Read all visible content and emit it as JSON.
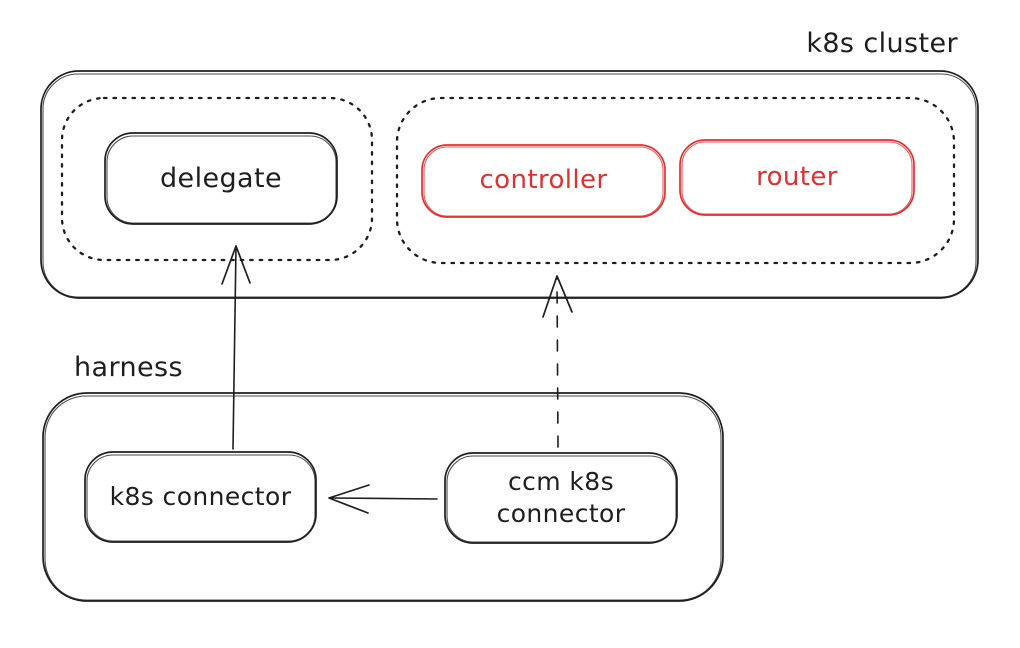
{
  "diagram": {
    "title": "",
    "clusters": {
      "k8s_cluster": {
        "label": "k8s cluster",
        "border": "solid",
        "contains": [
          "delegate_group",
          "gateway_group"
        ]
      },
      "delegate_group": {
        "label": "",
        "border": "dotted",
        "contains": [
          "delegate"
        ]
      },
      "gateway_group": {
        "label": "",
        "border": "dotted",
        "contains": [
          "controller",
          "router"
        ]
      },
      "harness": {
        "label": "harness",
        "border": "solid",
        "contains": [
          "k8s_connector",
          "ccm_k8s_connector"
        ]
      }
    },
    "nodes": {
      "delegate": {
        "label": "delegate",
        "color": "#1e1e1e"
      },
      "controller": {
        "label": "controller",
        "color": "#e03131"
      },
      "router": {
        "label": "router",
        "color": "#e03131"
      },
      "k8s_connector": {
        "label": "k8s connector",
        "color": "#1e1e1e"
      },
      "ccm_k8s_connector": {
        "label": "ccm k8s connector",
        "color": "#1e1e1e"
      }
    },
    "edges": [
      {
        "from": "k8s_connector",
        "to": "delegate_group",
        "style": "solid",
        "direction": "up"
      },
      {
        "from": "ccm_k8s_connector",
        "to": "gateway_group",
        "style": "dashed",
        "direction": "up"
      },
      {
        "from": "ccm_k8s_connector",
        "to": "k8s_connector",
        "style": "solid",
        "direction": "left"
      }
    ],
    "colors": {
      "stroke": "#1e1e1e",
      "accent": "#e03131",
      "background": "#ffffff"
    }
  }
}
